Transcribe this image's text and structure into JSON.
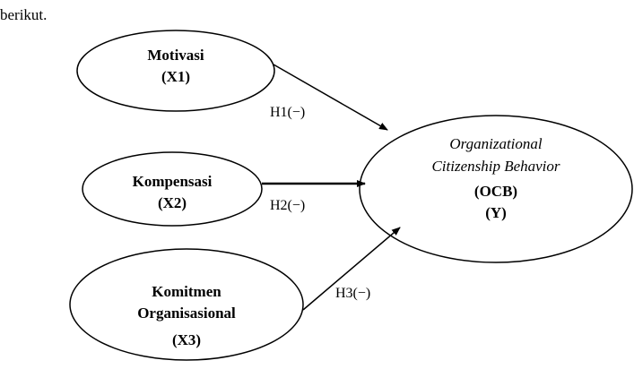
{
  "intro_text": "berikut.",
  "nodes": {
    "x1": {
      "name": "Motivasi",
      "code": "(X1)"
    },
    "x2": {
      "name": "Kompensasi",
      "code": "(X2)"
    },
    "x3": {
      "name_line1": "Komitmen",
      "name_line2": "Organisasional",
      "code": "(X3)"
    },
    "y": {
      "name_line1": "Organizational",
      "name_line2": "Citizenship Behavior",
      "abbr": "(OCB)",
      "code": "(Y)"
    }
  },
  "edges": {
    "h1": "H1(−)",
    "h2": "H2(−)",
    "h3": "H3(−)"
  }
}
